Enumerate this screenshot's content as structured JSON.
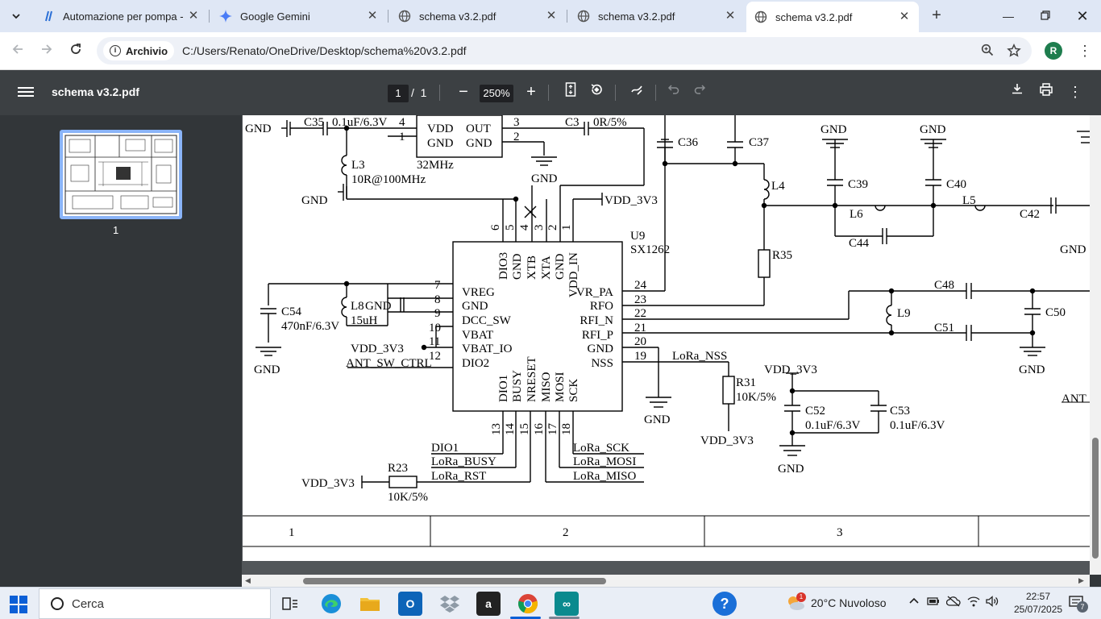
{
  "browser": {
    "tabs": [
      {
        "title": "Automazione per pompa - H",
        "icon": "claude-icon",
        "active": false
      },
      {
        "title": "Google Gemini",
        "icon": "gemini-icon",
        "active": false
      },
      {
        "title": "schema v3.2.pdf",
        "icon": "globe-icon",
        "active": false
      },
      {
        "title": "schema v3.2.pdf",
        "icon": "globe-icon",
        "active": false
      },
      {
        "title": "schema v3.2.pdf",
        "icon": "globe-icon",
        "active": true
      }
    ],
    "address_chip": "Archivio",
    "url": "C:/Users/Renato/OneDrive/Desktop/schema%20v3.2.pdf",
    "profile_initial": "R"
  },
  "pdf_viewer": {
    "title": "schema v3.2.pdf",
    "current_page": "1",
    "page_separator": "/",
    "total_pages": "1",
    "zoom": "250%",
    "thumbnail_label": "1"
  },
  "schematic": {
    "labels": {
      "gnd": "GND",
      "vdd": "VDD_3V3",
      "c35": "C35",
      "c35_val": "0.1uF/6.3V",
      "osc_vdd": "VDD",
      "osc_out": "OUT",
      "osc_gnd1": "GND",
      "osc_gnd2": "GND",
      "osc_pin4": "4",
      "osc_pin1": "1",
      "osc_pin3": "3",
      "osc_pin2": "2",
      "osc_freq": "32MHz",
      "c3": "C3",
      "c3_val": "0R/5%",
      "l3": "L3",
      "l3_val": "10R@100MHz",
      "c36": "C36",
      "c37": "C37",
      "l4": "L4",
      "c39": "C39",
      "c40": "C40",
      "l5": "L5",
      "l6": "L6",
      "c42": "C42",
      "c44": "C44",
      "r35": "R35",
      "u9": "U9",
      "u9_part": "SX1262",
      "c48": "C48",
      "l9": "L9",
      "c50": "C50",
      "c51": "C51",
      "c54": "C54",
      "c54_val": "470nF/6.3V",
      "l8": "L8",
      "l8_val": "15uH",
      "ant_sw": "ANT_SW_CTRL",
      "lora_nss": "LoRa_NSS",
      "r31": "R31",
      "r31_val": "10K/5%",
      "c52": "C52",
      "c52_val": "0.1uF/6.3V",
      "c53": "C53",
      "c53_val": "0.1uF/6.3V",
      "dio1": "DIO1",
      "lora_busy": "LoRa_BUSY",
      "lora_rst": "LoRa_RST",
      "lora_sck": "LoRa_SCK",
      "lora_mosi": "LoRa_MOSI",
      "lora_miso": "LoRa_MISO",
      "r23": "R23",
      "r23_val": "10K/5%",
      "ant_edge": "ANT",
      "pin_vreg": "VREG",
      "pin_gnd": "GND",
      "pin_dccsw": "DCC_SW",
      "pin_vbat": "VBAT",
      "pin_vbatio": "VBAT_IO",
      "pin_dio2": "DIO2",
      "pin_vrpa": "VR_PA",
      "pin_rfo": "RFO",
      "pin_rfin": "RFI_N",
      "pin_rfip": "RFI_P",
      "pin_gnd2": "GND",
      "pin_nss": "NSS",
      "pin_dio3": "DIO3",
      "pin_gnd3": "GND",
      "pin_xtb": "XTB",
      "pin_xta": "XTA",
      "pin_gnd4": "GND",
      "pin_vddin": "VDD_IN",
      "pin_dio1": "DIO1",
      "pin_busy": "BUSY",
      "pin_nreset": "NRESET",
      "pin_miso": "MISO",
      "pin_mosi": "MOSI",
      "pin_sck": "SCK",
      "n7": "7",
      "n8": "8",
      "n9": "9",
      "n10": "10",
      "n11": "11",
      "n12": "12",
      "n24": "24",
      "n23": "23",
      "n22": "22",
      "n21": "21",
      "n20": "20",
      "n19": "19",
      "n6": "6",
      "n5": "5",
      "n4": "4",
      "n3": "3",
      "n2": "2",
      "n1": "1",
      "n13": "13",
      "n14": "14",
      "n15": "15",
      "n16": "16",
      "n17": "17",
      "n18": "18"
    },
    "border_columns": [
      "1",
      "2",
      "3"
    ]
  },
  "taskbar": {
    "search_label": "Cerca",
    "weather": "20°C  Nuvoloso",
    "time": "22:57",
    "date": "25/07/2025",
    "notification_count": "7",
    "weather_badge": "1"
  }
}
